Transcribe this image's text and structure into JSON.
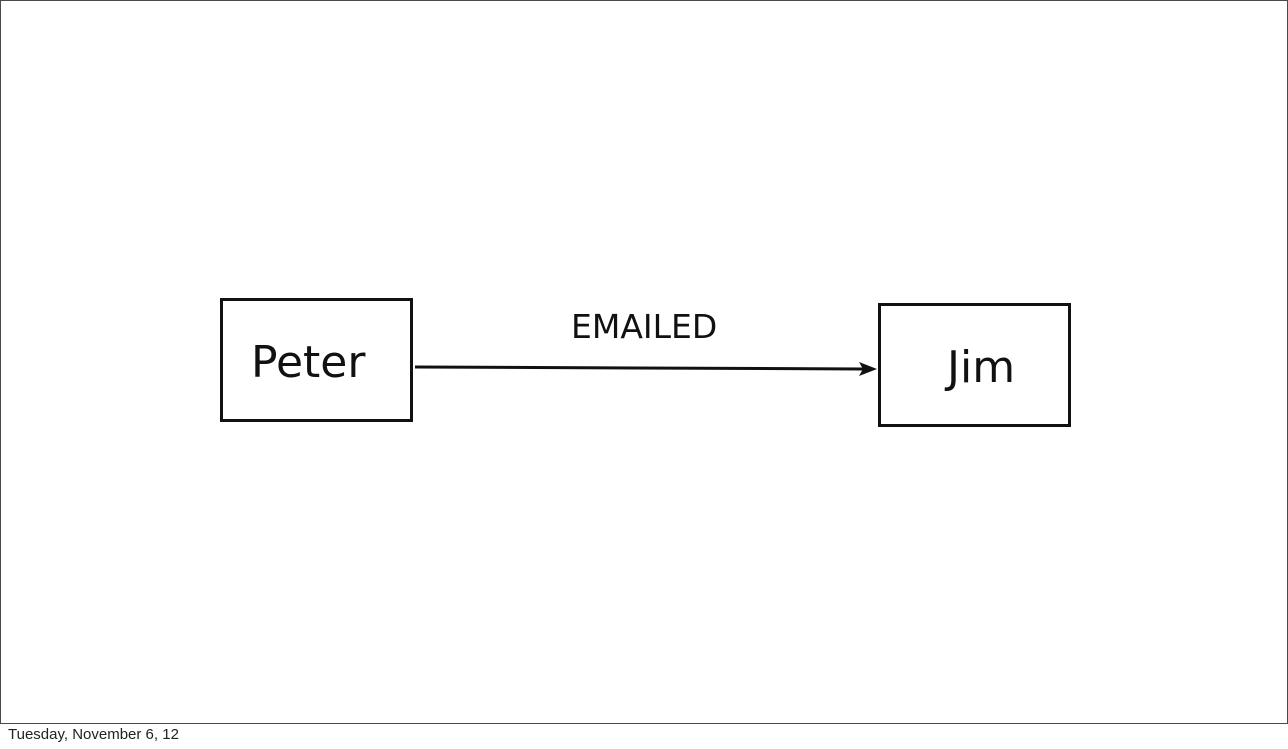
{
  "diagram": {
    "nodes": [
      {
        "id": "peter",
        "label": "Peter"
      },
      {
        "id": "jim",
        "label": "Jim"
      }
    ],
    "edges": [
      {
        "from": "peter",
        "to": "jim",
        "label": "EMAILED",
        "directed": true
      }
    ],
    "colors": {
      "stroke": "#111111",
      "background": "#ffffff"
    }
  },
  "footer": {
    "date": "Tuesday, November 6, 12"
  }
}
